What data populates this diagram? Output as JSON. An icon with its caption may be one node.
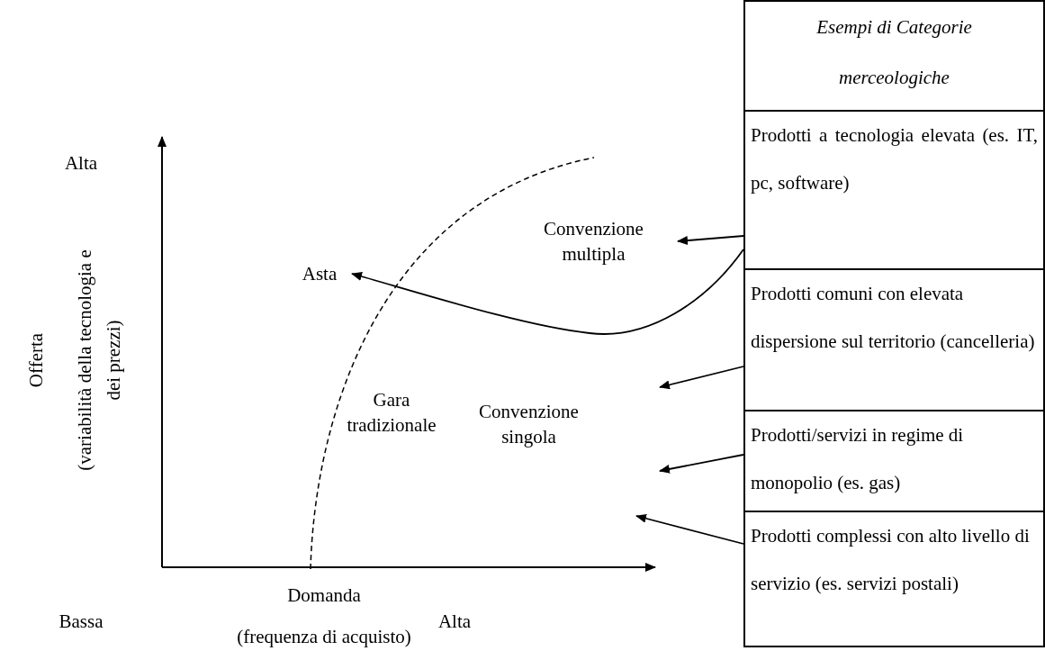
{
  "diagram": {
    "nodes": [
      {
        "text": [
          "Esempi di Categorie merceologiche"
        ]
      },
      {
        "text": [
          "Prodotti a tecnologia elevata (es. IT, pc, software)"
        ]
      },
      {
        "text": [
          "Prodotti comuni con elevata dispersione sul territorio (cancelleria)"
        ]
      },
      {
        "text": [
          "Prodotti/servizi in regime di monopolio (es. gas)"
        ]
      },
      {
        "text": [
          "Prodotti complessi con alto livello di servizio (es. servizi postali)"
        ]
      },
      {
        "text": [
          "Asta"
        ]
      },
      {
        "text": [
          "Convenzione multipla"
        ]
      },
      {
        "text": [
          "Gara tradizionale"
        ]
      },
      {
        "text": [
          "Convenzione singola"
        ]
      }
    ],
    "edges": [
      {
        "from": 1,
        "to": 6,
        "arrow": "to"
      },
      {
        "from": 1,
        "to": 5,
        "arrow": "to"
      },
      {
        "from": 2,
        "to": null,
        "arrow": "to"
      },
      {
        "from": 3,
        "to": null,
        "arrow": "to"
      },
      {
        "from": 4,
        "to": null,
        "arrow": "to"
      }
    ],
    "labels": [
      "Alta",
      "Offerta",
      "(variabilità della tecnologia e dei prezzi)",
      "Bassa",
      "Domanda",
      "(frequenza di acquisto)",
      "Alta"
    ]
  }
}
